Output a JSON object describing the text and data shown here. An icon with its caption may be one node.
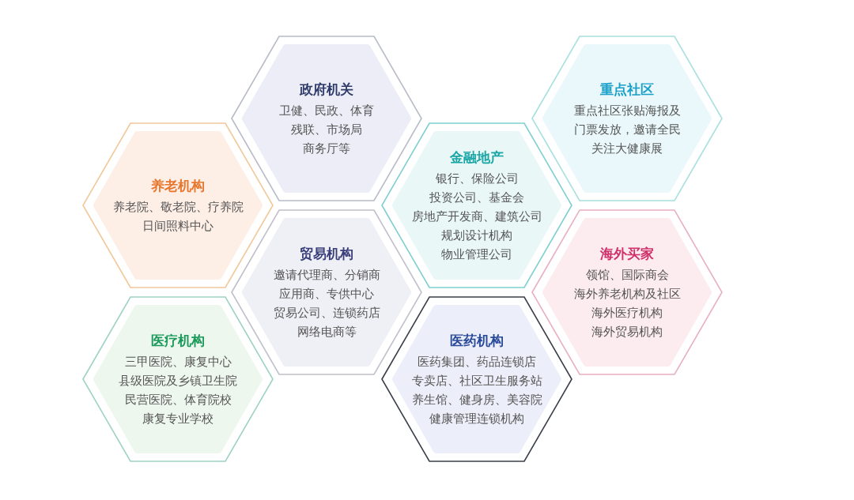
{
  "diagram": {
    "nodes": [
      {
        "text": [
          "养老机构",
          "养老院、敬老院、疗养院",
          "日间照料中心"
        ]
      },
      {
        "text": [
          "政府机关",
          "卫健、民政、体育",
          "残联、市场局",
          "商务厅等"
        ]
      },
      {
        "text": [
          "医疗机构",
          "三甲医院、康复中心",
          "县级医院及乡镇卫生院",
          "民营医院、体育院校",
          "康复专业学校"
        ]
      },
      {
        "text": [
          "贸易机构",
          "邀请代理商、分销商",
          "应用商、专供中心",
          "贸易公司、连锁药店",
          "网络电商等"
        ]
      },
      {
        "text": [
          "金融地产",
          "银行、保险公司",
          "投资公司、基金会",
          "房地产开发商、建筑公司",
          "规划设计机构",
          "物业管理公司"
        ]
      },
      {
        "text": [
          "医药机构",
          "医药集团、药品连锁店",
          "专卖店、社区卫生服务站",
          "养生馆、健身房、美容院",
          "健康管理连锁机构"
        ]
      },
      {
        "text": [
          "重点社区",
          "重点社区张贴海报及",
          "门票发放，邀请全民",
          "关注大健康展"
        ]
      },
      {
        "text": [
          "海外买家",
          "领馆、国际商会",
          "海外养老机构及社区",
          "海外医疗机构",
          "海外贸易机构"
        ]
      }
    ]
  }
}
